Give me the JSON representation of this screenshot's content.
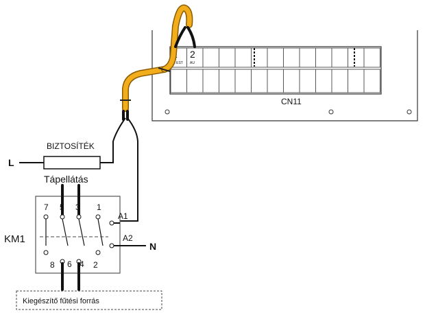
{
  "connector": {
    "name": "CN11",
    "pin1": "1",
    "pin1_sub": "AI EST",
    "pin2": "2",
    "pin2_sub": "AU"
  },
  "fuse": {
    "label": "BIZTOSÍTÉK"
  },
  "power": {
    "line_label": "L",
    "neutral_label": "N",
    "supply_label": "Tápellátás"
  },
  "contactor": {
    "name": "KM1",
    "top_pins": [
      "7",
      "5",
      "3",
      "1"
    ],
    "bottom_pins": [
      "8",
      "6",
      "4",
      "2"
    ],
    "coil_a1": "A1",
    "coil_a2": "A2"
  },
  "auxiliary": {
    "label": "Kiegészítő fűtési forrás"
  },
  "colors": {
    "cable": "#f2ad1c",
    "cable_dark": "#8a5a00",
    "wire": "#111111"
  }
}
